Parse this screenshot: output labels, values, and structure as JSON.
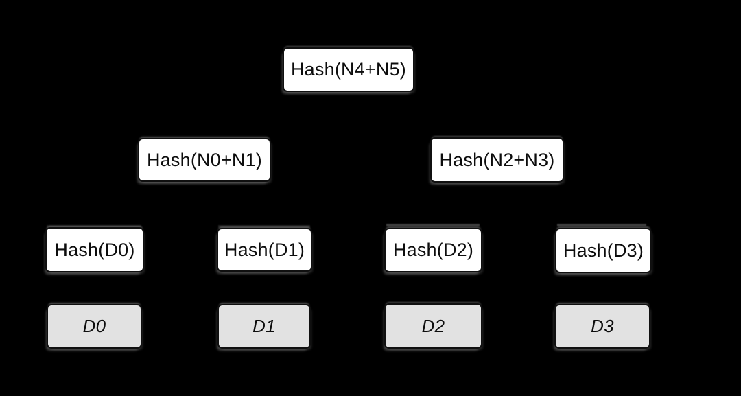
{
  "diagram": {
    "title": "merkle-tree",
    "background_color": "#000000",
    "colors": {
      "hash_node_fill": "#ffffff",
      "data_node_fill": "#e2e2e2",
      "node_border": "#101010",
      "text": "#0d0d0d",
      "connector": "#000000",
      "connector_shadow": "#4a4a4a"
    },
    "nodes": [
      {
        "id": "root",
        "kind": "hash",
        "label": "Hash(N4+N5)"
      },
      {
        "id": "n01",
        "kind": "hash",
        "label": "Hash(N0+N1)"
      },
      {
        "id": "n23",
        "kind": "hash",
        "label": "Hash(N2+N3)"
      },
      {
        "id": "h0",
        "kind": "hash",
        "label": "Hash(D0)"
      },
      {
        "id": "h1",
        "kind": "hash",
        "label": "Hash(D1)"
      },
      {
        "id": "h2",
        "kind": "hash",
        "label": "Hash(D2)"
      },
      {
        "id": "h3",
        "kind": "hash",
        "label": "Hash(D3)"
      },
      {
        "id": "d0",
        "kind": "data",
        "label": "D0"
      },
      {
        "id": "d1",
        "kind": "data",
        "label": "D1"
      },
      {
        "id": "d2",
        "kind": "data",
        "label": "D2"
      },
      {
        "id": "d3",
        "kind": "data",
        "label": "D3"
      }
    ],
    "edges": [
      [
        "root",
        "n01"
      ],
      [
        "root",
        "n23"
      ],
      [
        "n01",
        "h0"
      ],
      [
        "n01",
        "h1"
      ],
      [
        "n23",
        "h2"
      ],
      [
        "n23",
        "h3"
      ],
      [
        "h0",
        "d0"
      ],
      [
        "h1",
        "d1"
      ],
      [
        "h2",
        "d2"
      ],
      [
        "h3",
        "d3"
      ]
    ]
  }
}
